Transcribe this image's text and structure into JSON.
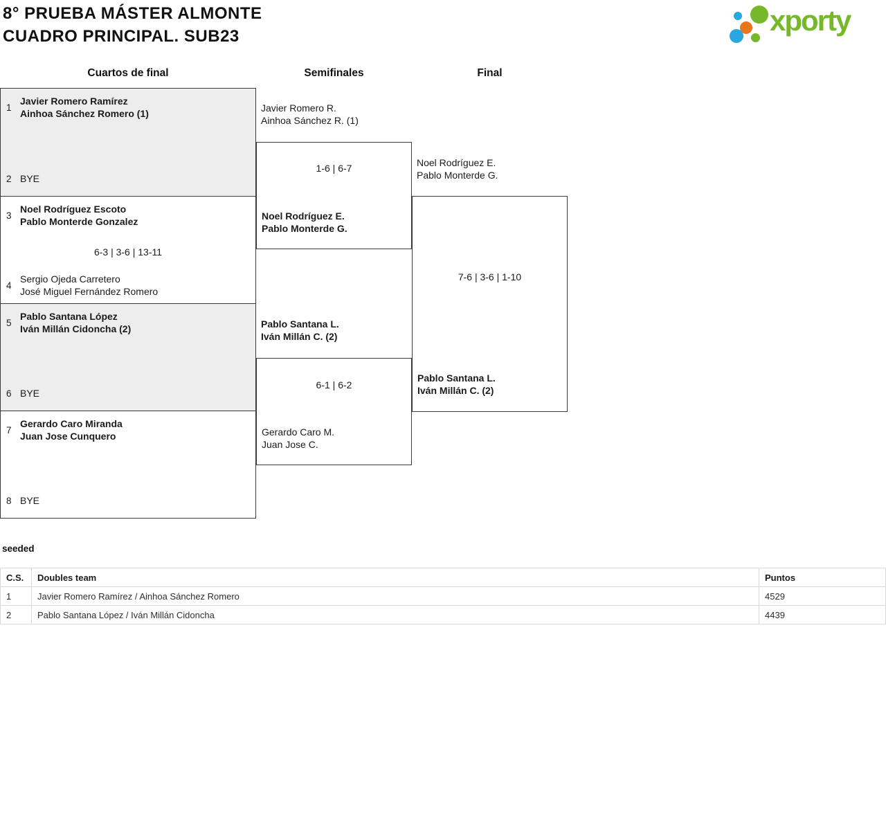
{
  "header": {
    "title_line1": "8° PRUEBA MÁSTER ALMONTE",
    "title_line2": "CUADRO PRINCIPAL. SUB23",
    "logo": {
      "text": "xporty",
      "green": "#76b82a",
      "blue": "#29a8e0",
      "orange": "#e8761d"
    }
  },
  "bracket": {
    "rounds": [
      "Cuartos de final",
      "Semifinales",
      "Final"
    ],
    "quarterfinals": [
      {
        "seed_top": "1",
        "team_top": [
          "Javier Romero Ramírez",
          "Ainhoa Sánchez Romero (1)"
        ],
        "score": "",
        "seed_bottom": "2",
        "team_bottom": [
          "BYE"
        ]
      },
      {
        "seed_top": "3",
        "team_top": [
          "Noel Rodríguez Escoto",
          "Pablo Monterde Gonzalez"
        ],
        "score": "6-3 | 3-6 | 13-11",
        "seed_bottom": "4",
        "team_bottom": [
          "Sergio Ojeda Carretero",
          "José Miguel Fernández Romero"
        ]
      },
      {
        "seed_top": "5",
        "team_top": [
          "Pablo Santana López",
          "Iván Millán Cidoncha (2)"
        ],
        "score": "",
        "seed_bottom": "6",
        "team_bottom": [
          "BYE"
        ]
      },
      {
        "seed_top": "7",
        "team_top": [
          "Gerardo Caro Miranda",
          "Juan Jose Cunquero"
        ],
        "score": "",
        "seed_bottom": "8",
        "team_bottom": [
          "BYE"
        ]
      }
    ],
    "semifinals": [
      {
        "team_top": [
          "Javier Romero R.",
          "Ainhoa Sánchez R. (1)"
        ],
        "score": "1-6 | 6-7",
        "team_bottom": [
          "Noel Rodríguez E.",
          "Pablo Monterde G."
        ]
      },
      {
        "team_top": [
          "Pablo Santana L.",
          "Iván Millán C. (2)"
        ],
        "score": "6-1 | 6-2",
        "team_bottom": [
          "Gerardo Caro M.",
          "Juan Jose C."
        ]
      }
    ],
    "final": {
      "team_top": [
        "Noel Rodríguez E.",
        "Pablo Monterde G."
      ],
      "score": "7-6 | 3-6 | 1-10",
      "team_bottom": [
        "Pablo Santana L.",
        "Iván Millán C. (2)"
      ]
    }
  },
  "seeded": {
    "label": "seeded",
    "columns": [
      "C.S.",
      "Doubles team",
      "Puntos"
    ],
    "rows": [
      {
        "cs": "1",
        "team": "Javier Romero Ramírez / Ainhoa Sánchez Romero",
        "puntos": "4529"
      },
      {
        "cs": "2",
        "team": "Pablo Santana López / Iván Millán Cidoncha",
        "puntos": "4439"
      }
    ]
  }
}
